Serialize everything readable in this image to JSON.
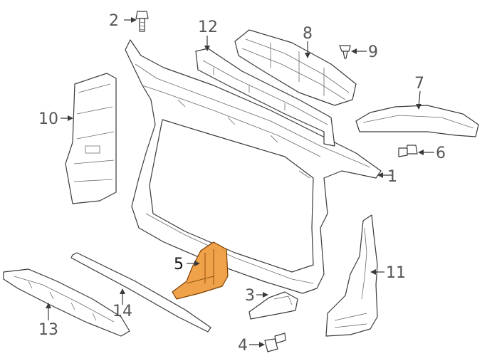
{
  "callouts": {
    "c1": "1",
    "c2": "2",
    "c3": "3",
    "c4": "4",
    "c5": "5",
    "c6": "6",
    "c7": "7",
    "c8": "8",
    "c9": "9",
    "c10": "10",
    "c11": "11",
    "c12": "12",
    "c13": "13",
    "c14": "14"
  },
  "colors": {
    "highlight": "#f0a24a",
    "line": "#3a3a3a",
    "label": "#555555"
  }
}
